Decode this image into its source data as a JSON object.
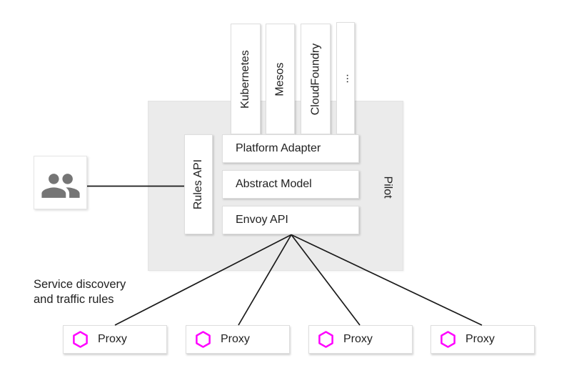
{
  "pilot": {
    "label": "Pilot",
    "platforms": [
      "Kubernetes",
      "Mesos",
      "CloudFoundry",
      "..."
    ],
    "layers": [
      "Platform Adapter",
      "Abstract Model",
      "Envoy API"
    ],
    "rules_api_label": "Rules API"
  },
  "caption": {
    "text": "Service discovery\nand traffic rules"
  },
  "proxies": [
    {
      "label": "Proxy"
    },
    {
      "label": "Proxy"
    },
    {
      "label": "Proxy"
    },
    {
      "label": "Proxy"
    }
  ],
  "icons": {
    "users": "users-icon",
    "proxy": "hexagon-icon"
  },
  "colors": {
    "container_bg": "#ebebeb",
    "box_border": "#dedede",
    "accent_magenta": "#ff00ff",
    "icon_gray": "#757575",
    "line_color": "#1a1a1a",
    "text_color": "#212121"
  }
}
